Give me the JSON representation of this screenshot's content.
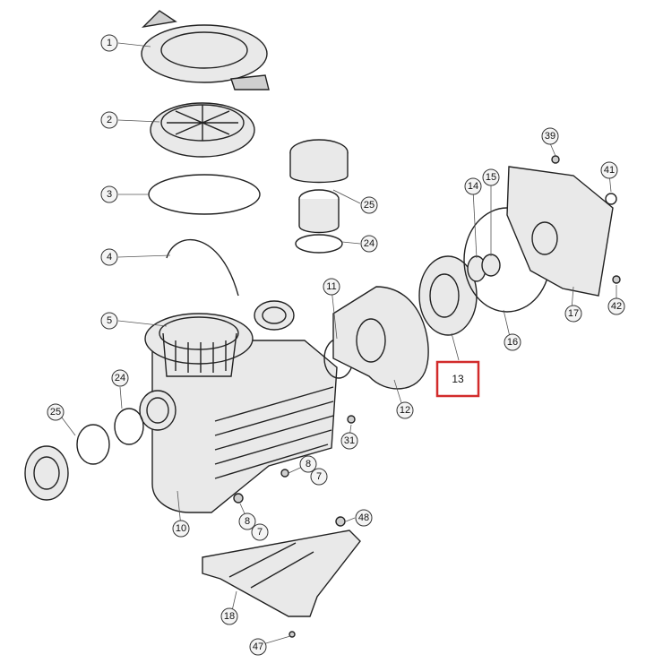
{
  "diagram": {
    "highlight_color": "#d22b2b",
    "callouts": [
      {
        "id": "1",
        "label": "1"
      },
      {
        "id": "2",
        "label": "2"
      },
      {
        "id": "3",
        "label": "3"
      },
      {
        "id": "4",
        "label": "4"
      },
      {
        "id": "5",
        "label": "5"
      },
      {
        "id": "7a",
        "label": "7"
      },
      {
        "id": "7b",
        "label": "7"
      },
      {
        "id": "8a",
        "label": "8"
      },
      {
        "id": "8b",
        "label": "8"
      },
      {
        "id": "10",
        "label": "10"
      },
      {
        "id": "11",
        "label": "11"
      },
      {
        "id": "12",
        "label": "12"
      },
      {
        "id": "14",
        "label": "14"
      },
      {
        "id": "15",
        "label": "15"
      },
      {
        "id": "16",
        "label": "16"
      },
      {
        "id": "17",
        "label": "17"
      },
      {
        "id": "18",
        "label": "18"
      },
      {
        "id": "24a",
        "label": "24"
      },
      {
        "id": "24b",
        "label": "24"
      },
      {
        "id": "25a",
        "label": "25"
      },
      {
        "id": "25b",
        "label": "25"
      },
      {
        "id": "31",
        "label": "31"
      },
      {
        "id": "39",
        "label": "39"
      },
      {
        "id": "41",
        "label": "41"
      },
      {
        "id": "42",
        "label": "42"
      },
      {
        "id": "47",
        "label": "47"
      },
      {
        "id": "48",
        "label": "48"
      }
    ],
    "highlighted": {
      "label": "13"
    }
  }
}
